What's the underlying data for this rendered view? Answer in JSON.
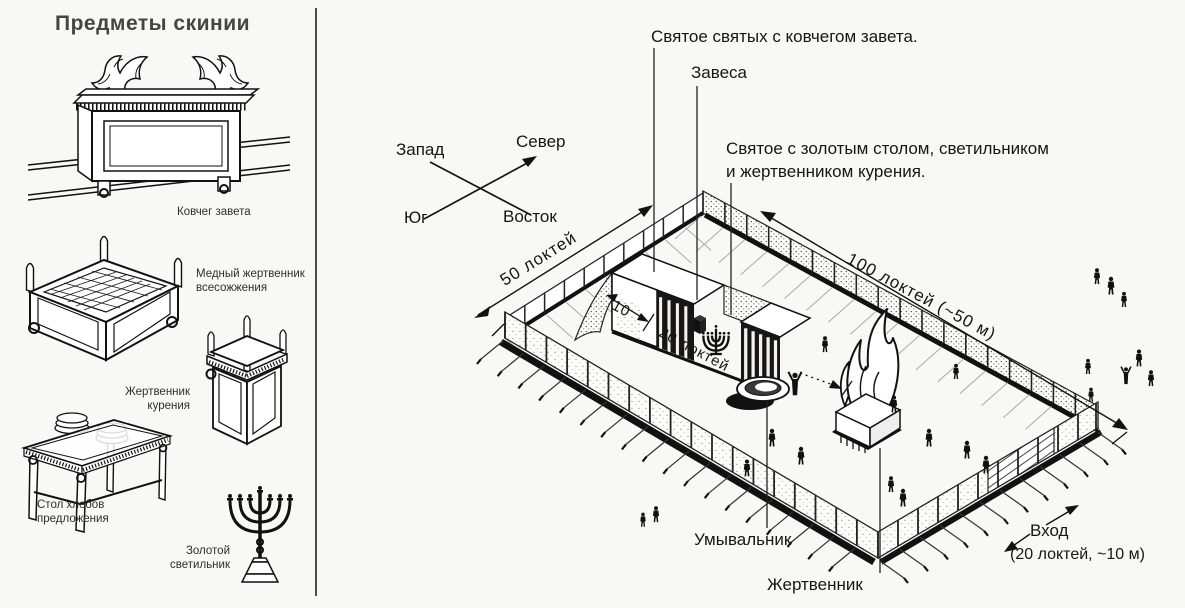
{
  "left_panel": {
    "title": "Предметы скинии",
    "items": [
      {
        "label": "Ковчег завета"
      },
      {
        "line1": "Медный жертвенник",
        "line2": "всесожжения"
      },
      {
        "line1": "Жертвенник",
        "line2": "курения"
      },
      {
        "line1": "Стол хлебов",
        "line2": "предложения"
      },
      {
        "line1": "Золотой",
        "line2": "светильник"
      }
    ]
  },
  "compass": {
    "west": "Запад",
    "north": "Север",
    "south": "Юг",
    "east": "Восток"
  },
  "annotations": {
    "holy_of_holies": "Святое святых с ковчегом завета.",
    "veil": "Завеса",
    "holy_place_line1": "Святое с золотым столом, светильником",
    "holy_place_line2": "и жертвенником курения.",
    "laver": "Умывальник",
    "altar": "Жертвенник",
    "entrance": "Вход",
    "entrance_dim": "(20 локтей, ~10 м)"
  },
  "dimensions": {
    "court_width": "50 локтей",
    "court_length": "100 локтей (~50 м)",
    "hoh": "10",
    "holy_place": "20 локтей"
  },
  "colors": {
    "ink": "#111111",
    "paper": "#f8f8f6",
    "shadow": "#111111"
  }
}
